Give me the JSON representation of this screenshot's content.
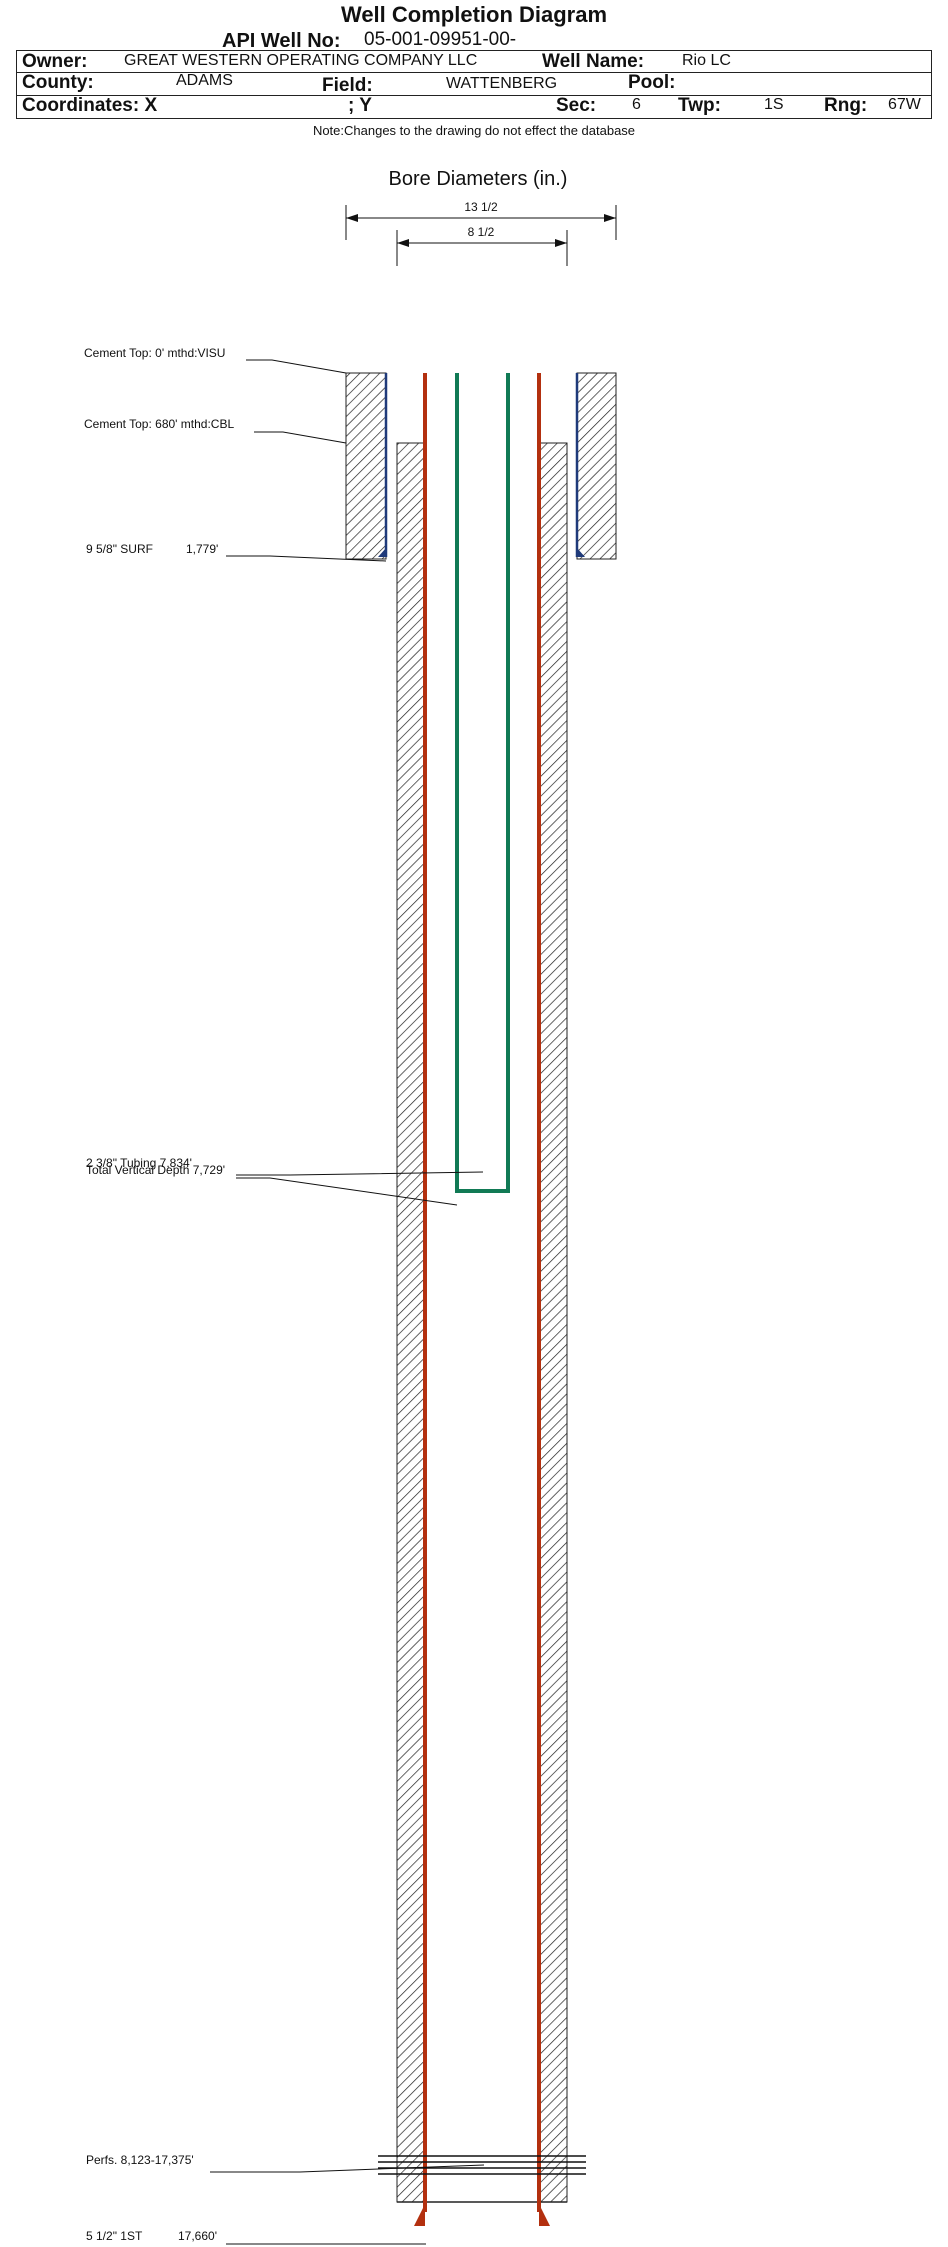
{
  "title": "Well Completion Diagram",
  "header": {
    "api_label": "API Well No:",
    "api_value": "05-001-09951-00-",
    "owner_label": "Owner:",
    "owner_value": "GREAT WESTERN OPERATING COMPANY LLC",
    "well_name_label": "Well Name:",
    "well_name_value": "Rio LC",
    "county_label": "County:",
    "county_value": "ADAMS",
    "field_label": "Field:",
    "field_value": "WATTENBERG",
    "pool_label": "Pool:",
    "pool_value": "",
    "coord_x_label": "Coordinates: X",
    "coord_y_label": "; Y",
    "sec_label": "Sec:",
    "sec_value": "6",
    "twp_label": "Twp:",
    "twp_value": "1S",
    "rng_label": "Rng:",
    "rng_value": "67W"
  },
  "note": "Note:Changes to the drawing do not effect the database",
  "diagram": {
    "title": "Bore Diameters (in.)",
    "bore_diameters": [
      "13 1/2",
      "8 1/2"
    ],
    "annotations": {
      "cement_top_1": "Cement Top: 0' mthd:VISU",
      "cement_top_2": "Cement Top: 680' mthd:CBL",
      "surface_casing": "9 5/8\" SURF",
      "surface_depth": "1,779'",
      "tubing": "2 3/8\" Tubing 7,834'",
      "total_vertical_depth": "Total Vertical Depth 7,729'",
      "perfs": "Perfs. 8,123-17,375'",
      "production_casing": "5 1/2\" 1ST",
      "production_depth": "17,660'"
    },
    "colors": {
      "casing": "#b3300f",
      "tubing": "#117a55",
      "surface_line": "#1f3a7a",
      "hatch": "#222222"
    }
  }
}
